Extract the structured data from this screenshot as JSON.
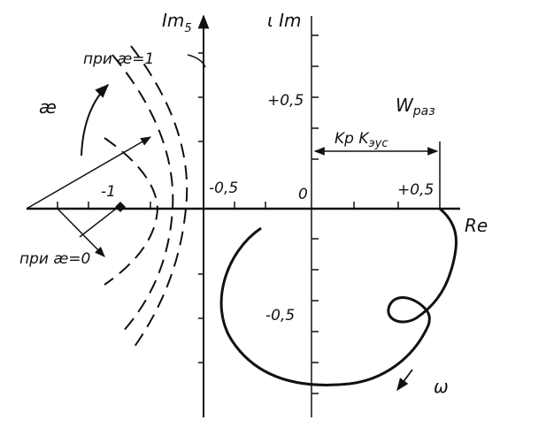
{
  "labels": {
    "im5": "Im",
    "im5_sub": "5",
    "im_right": "ι Im",
    "re": "Re",
    "w": "W",
    "w_sub": "раз",
    "kp": "Kp K",
    "kp_sub": "эус",
    "pri_kappa1": "при  æ=1",
    "pri_kappa0": "при æ=0",
    "kappa": "æ",
    "omega": "ω"
  },
  "ticks": {
    "minus1": "-1",
    "minus05_left": "-0,5",
    "zero": "0",
    "plus05_right": "+0,5",
    "plus05_top": "+0,5",
    "minus05_bottom": "-0,5"
  }
}
